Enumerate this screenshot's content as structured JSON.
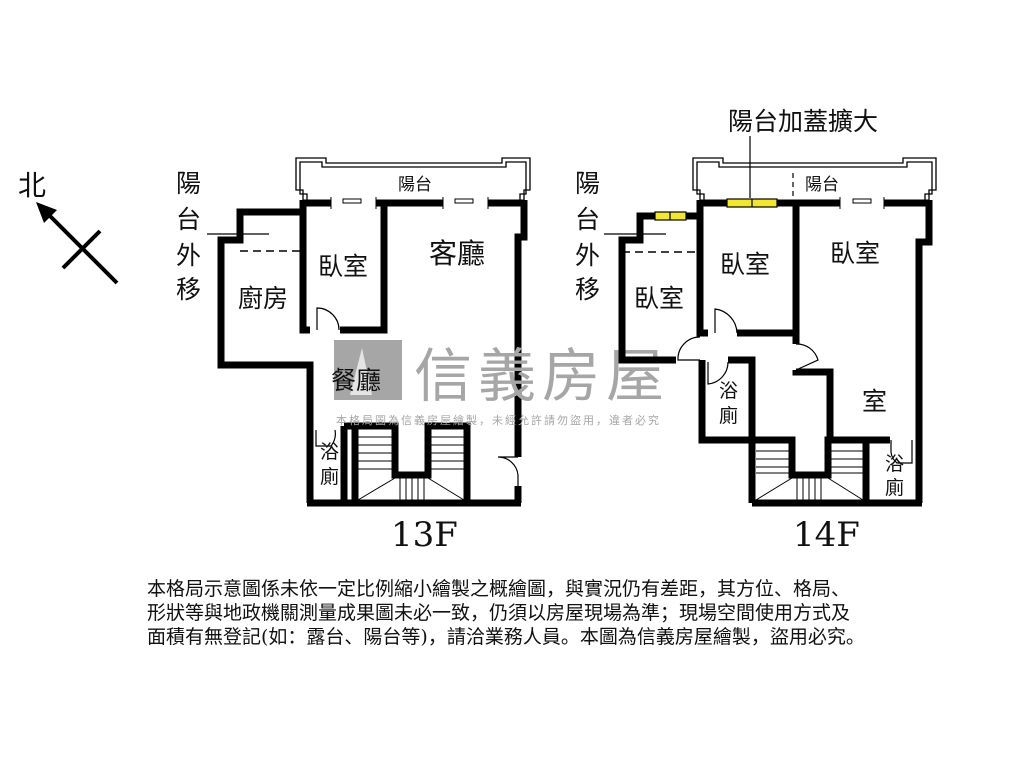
{
  "compass": {
    "label": "北",
    "icon": "north-arrow-icon"
  },
  "floors": [
    {
      "id": "13F",
      "label": "13F",
      "annotations": {
        "balcony_moved": "陽台外移"
      },
      "rooms": {
        "balcony": "陽台",
        "living_room": "客廳",
        "bedroom": "臥室",
        "kitchen": "廚房",
        "dining_room": "餐廳",
        "bathroom_line1": "浴",
        "bathroom_line2": "廁"
      }
    },
    {
      "id": "14F",
      "label": "14F",
      "annotations": {
        "balcony_moved": "陽台外移",
        "balcony_enclosed": "陽台加蓋擴大"
      },
      "rooms": {
        "balcony": "陽台",
        "bedroom_1": "臥室",
        "bedroom_2": "臥室",
        "bedroom_3": "臥室",
        "room_partial": "室",
        "bathroom_a_line1": "浴",
        "bathroom_a_line2": "廁",
        "bathroom_b_line1": "浴",
        "bathroom_b_line2": "廁"
      }
    }
  ],
  "watermark": {
    "brand": "信義房屋",
    "notice": "本格局圖為信義房屋繪製，未經允許請勿盜用，違者必究"
  },
  "disclaimer": {
    "lines": [
      "本格局示意圖係未依一定比例縮小繪製之概繪圖，與實況仍有差距，其方位、格局、",
      "形狀等與地政機關測量成果圖未必一致，仍須以房屋現場為準；現場空間使用方式及",
      "面積有無登記(如：露台、陽台等)，請洽業務人員。本圖為信義房屋繪製，盜用必究。"
    ]
  },
  "colors": {
    "wall": "#000000",
    "enclosure_highlight": "#f2e630",
    "watermark": "#a6a6a6"
  }
}
